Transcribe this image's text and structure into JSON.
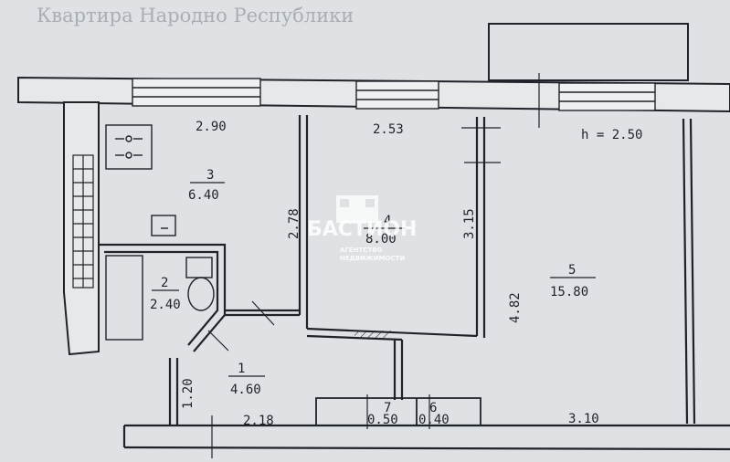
{
  "header_text": "Квартира Народно Республики",
  "ceiling_height": "h = 2.50",
  "rooms": [
    {
      "number": "1",
      "area": "4.60"
    },
    {
      "number": "2",
      "area": "2.40"
    },
    {
      "number": "3",
      "area": "6.40"
    },
    {
      "number": "4",
      "area": "8.00"
    },
    {
      "number": "5",
      "area": "15.80"
    },
    {
      "number": "7",
      "area": "0.50"
    },
    {
      "number": "6",
      "area": "0.40"
    }
  ],
  "dimensions": {
    "kitchen_width": "2.90",
    "room4_width": "2.53",
    "kitchen_height": "2.78",
    "room4_height": "3.15",
    "room5_height": "4.82",
    "hall_height": "1.20",
    "hall_width": "2.18",
    "room5_width": "3.10"
  },
  "watermark": {
    "brand": "БАСТИОН",
    "tagline_1": "АГЕНТСТВО",
    "tagline_2": "НЕДВИЖИМОСТИ"
  },
  "colors": {
    "paper": "#dfe2e4",
    "ink": "#1f2329",
    "header_ink": "#7d848b"
  }
}
